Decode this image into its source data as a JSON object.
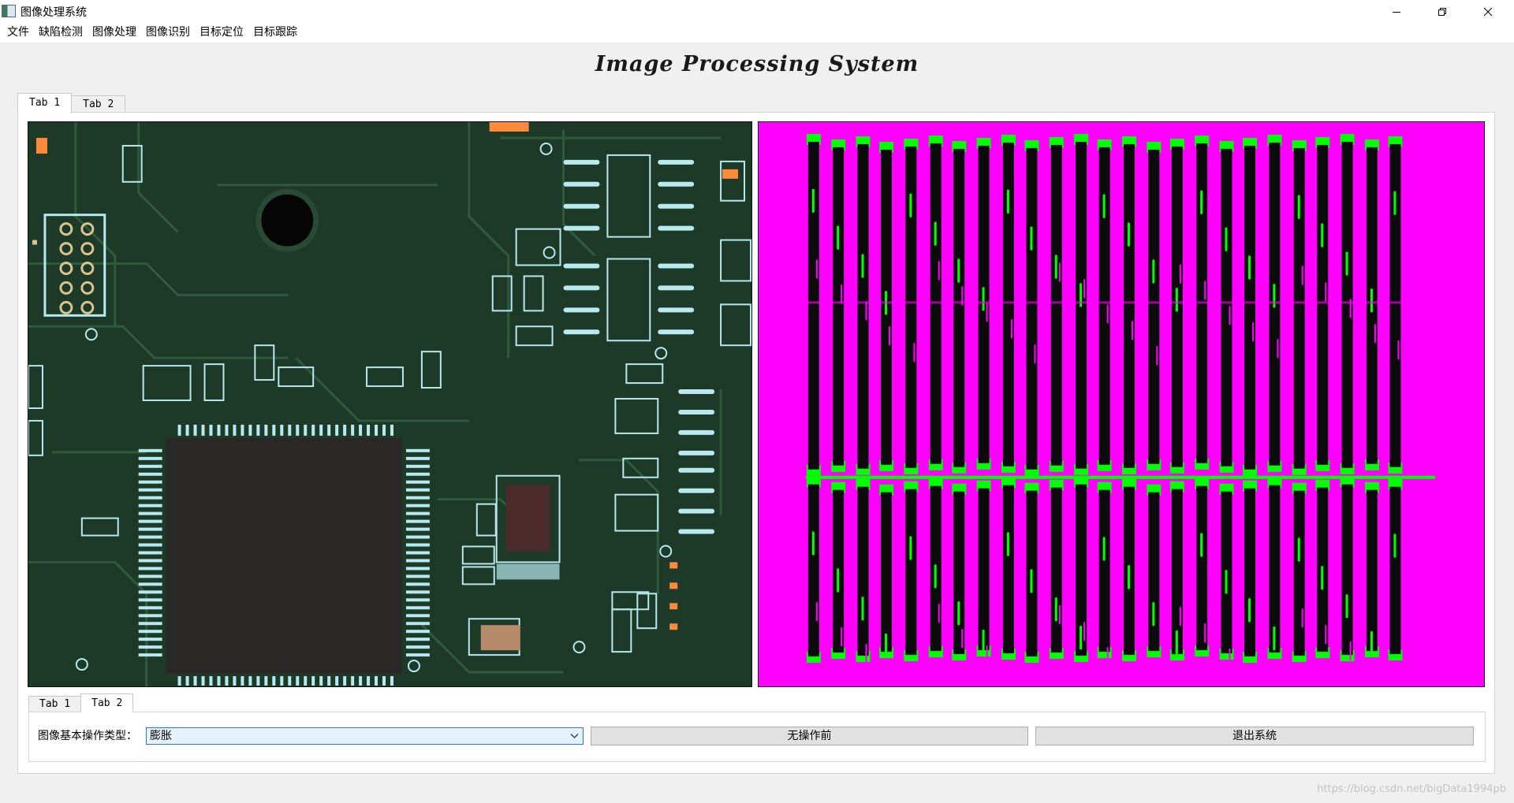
{
  "window": {
    "title": "图像处理系统"
  },
  "menu": {
    "items": [
      "文件",
      "缺陷检测",
      "图像处理",
      "图像识别",
      "目标定位",
      "目标跟踪"
    ]
  },
  "headline": "Image Processing System",
  "outer_tabs": [
    {
      "label": "Tab 1",
      "active": true
    },
    {
      "label": "Tab 2",
      "active": false
    }
  ],
  "inner_tabs": [
    {
      "label": "Tab 1",
      "active": false
    },
    {
      "label": "Tab 2",
      "active": true
    }
  ],
  "controls": {
    "op_label": "图像基本操作类型：",
    "op_selected": "膨胀",
    "btn_none": "无操作前",
    "btn_exit": "退出系统"
  },
  "watermark": "https://blog.csdn.net/bigData1994pb",
  "colors": {
    "pcb_board": "#1d3a29",
    "pcb_trace": "#2f5b3d",
    "pad": "#b7e9ee",
    "chip": "#2a2727",
    "processed_background": "#ff00ff",
    "processed_bar": "#0b0b0b",
    "processed_accent": "#00ff00",
    "select_border": "#2a78d6"
  },
  "icons": {
    "minimize": "minimize-icon",
    "restore": "restore-icon",
    "close": "close-icon",
    "dropdown": "chevron-down-icon",
    "app": "app-icon"
  }
}
